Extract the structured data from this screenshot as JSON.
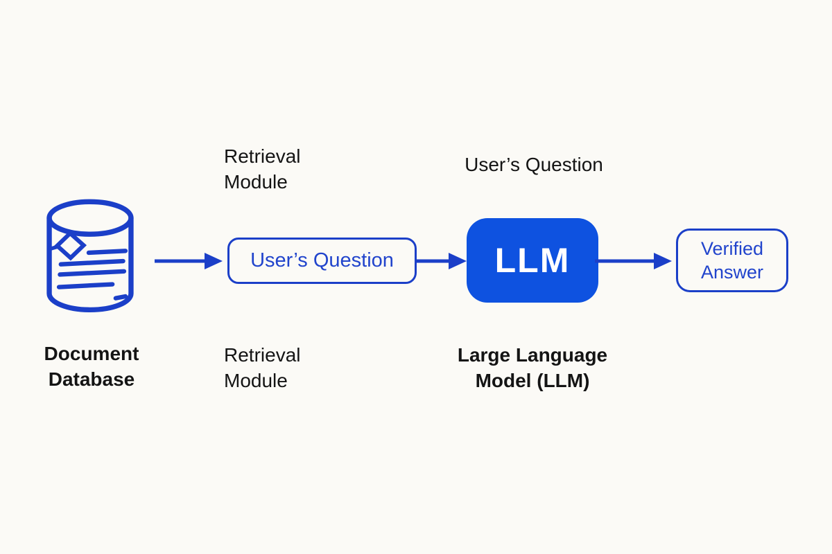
{
  "colors": {
    "background": "#fbfaf6",
    "line_blue": "#1b3fc8",
    "text_blue": "#2144cc",
    "llm_fill": "#0e52e0",
    "llm_text": "#ffffff",
    "label_color": "#141414"
  },
  "nodes": {
    "database": {
      "icon": "database-icon",
      "caption": "Document\nDatabase"
    },
    "retrieval": {
      "top_label": "Retrieval\nModule",
      "box_label": "User’s Question",
      "bottom_label": "Retrieval\nModule"
    },
    "llm": {
      "top_label": "User’s Question",
      "box_label": "LLM",
      "bottom_label": "Large Language\nModel (LLM)"
    },
    "answer": {
      "box_label": "Verified\nAnswer"
    }
  }
}
